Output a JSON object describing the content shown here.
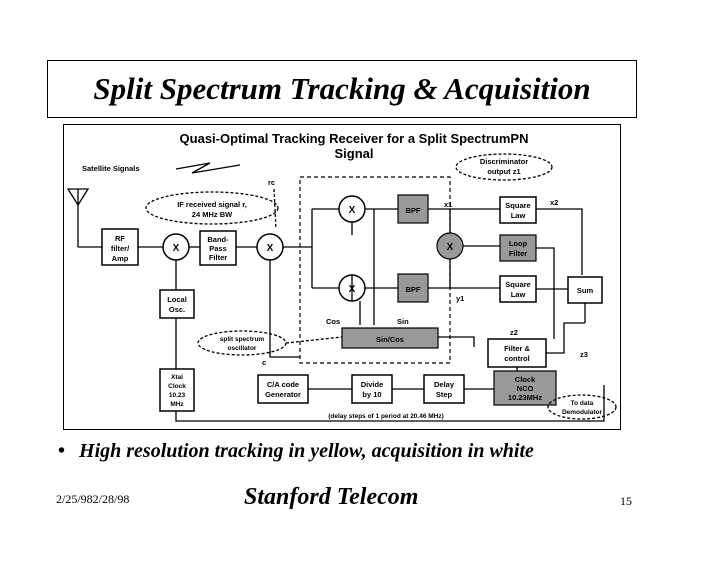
{
  "slide": {
    "title": "Split Spectrum Tracking & Acquisition",
    "bullet": "High resolution tracking in yellow, acquisition in white",
    "footer_date": "2/25/982/28/98",
    "footer_org": "Stanford Telecom",
    "page_number": "15"
  },
  "diagram": {
    "title_line1": "Quasi-Optimal Tracking Receiver for a Split SpectrumPN",
    "title_line2": "Signal",
    "satellite_signals": "Satellite Signals",
    "rc": "rc",
    "if_signal_line1": "IF received signal  r,",
    "if_signal_line2": "24 MHz BW",
    "discriminator_line1": "Discriminator",
    "discriminator_line2": "output z1",
    "rf_line1": "RF",
    "rf_line2": "filter/",
    "rf_line3": "Amp",
    "mult": "X",
    "bandpass_line1": "Band-",
    "bandpass_line2": "Pass",
    "bandpass_line3": "Filter",
    "bpf_upper": "BPF",
    "bpf_lower": "BPF",
    "x1": "x1",
    "x2": "x2",
    "y1": "y1",
    "z2": "z2",
    "z3": "z3",
    "square_law_upper_1": "Square",
    "square_law_upper_2": "Law",
    "loop_filter_1": "Loop",
    "loop_filter_2": "Filter",
    "square_law_lower_1": "Square",
    "square_law_lower_2": "Law",
    "sum": "Sum",
    "local_osc_1": "Local",
    "local_osc_2": "Osc.",
    "cos": "Cos",
    "sin": "Sin",
    "sincos": "Sin/Cos",
    "split_osc_1": "split spectrum",
    "split_osc_2": "oscillator",
    "c": "c",
    "filter_control_1": "Filter &",
    "filter_control_2": "control",
    "xtal_1": "Xtal",
    "xtal_2": "Clock",
    "xtal_3": "10.23",
    "xtal_4": "MHz",
    "ca_code_1": "C/A code",
    "ca_code_2": "Generator",
    "divide_1": "Divide",
    "divide_2": "by 10",
    "delay_1": "Delay",
    "delay_2": "Step",
    "nco_1": "Clock",
    "nco_2": "NCO",
    "nco_3": "10.23MHz",
    "to_data_1": "To data",
    "to_data_2": "Demodulator",
    "delay_steps": "(delay steps of 1 period at 20.46 MHz)"
  }
}
